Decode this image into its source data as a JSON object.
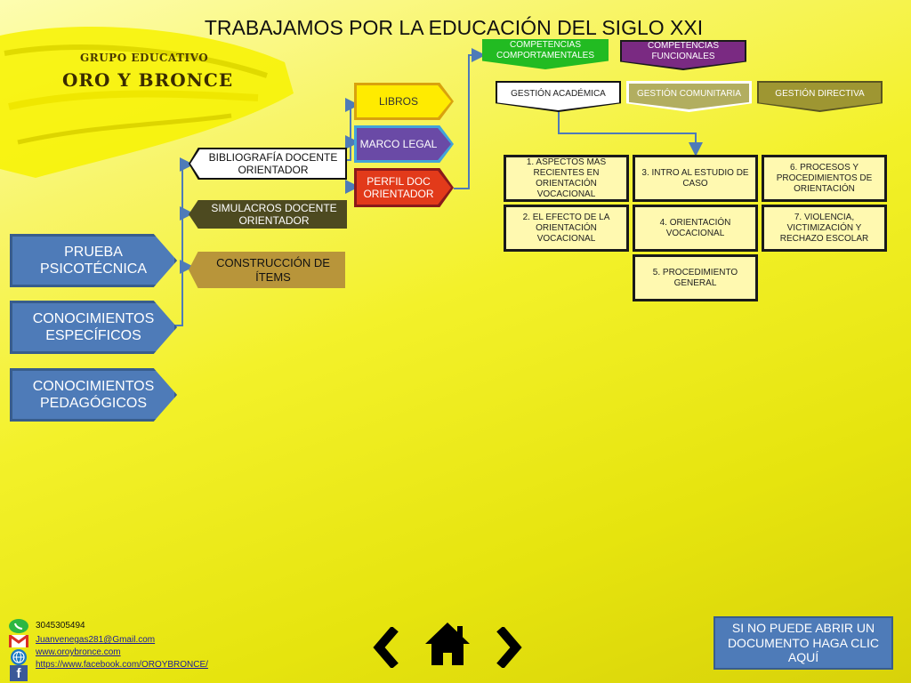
{
  "title": "TRABAJAMOS POR LA EDUCACIÓN DEL SIGLO XXI",
  "logo": {
    "top": "GRUPO EDUCATIVO",
    "main": "ORO Y BRONCE"
  },
  "left_buttons": [
    {
      "label": "PRUEBA PSICOTÉCNICA"
    },
    {
      "label": "CONOCIMIENTOS ESPECÍFICOS"
    },
    {
      "label": "CONOCIMIENTOS PEDAGÓGICOS"
    }
  ],
  "middle": [
    {
      "label": "BIBLIOGRAFÍA DOCENTE ORIENTADOR"
    },
    {
      "label": "SIMULACROS DOCENTE ORIENTADOR"
    },
    {
      "label": "CONSTRUCCIÓN DE ÍTEMS"
    }
  ],
  "right_arrows": [
    {
      "label": "LIBROS"
    },
    {
      "label": "MARCO LEGAL"
    },
    {
      "label": "PERFIL DOC ORIENTADOR"
    }
  ],
  "competencias": [
    {
      "label": "COMPETENCIAS COMPORTAMENTALES"
    },
    {
      "label": "COMPETENCIAS FUNCIONALES"
    }
  ],
  "gestion": [
    {
      "label": "GESTIÓN ACADÉMICA"
    },
    {
      "label": "GESTIÓN COMUNITARIA"
    },
    {
      "label": "GESTIÓN DIRECTIVA"
    }
  ],
  "modules": [
    {
      "label": "1. ASPECTOS MÁS RECIENTES EN ORIENTACIÓN VOCACIONAL"
    },
    {
      "label": "3. INTRO AL ESTUDIO DE CASO"
    },
    {
      "label": "6. PROCESOS Y PROCEDIMIENTOS DE ORIENTACIÓN"
    },
    {
      "label": "2. EL EFECTO DE LA ORIENTACIÓN VOCACIONAL"
    },
    {
      "label": "4. ORIENTACIÓN VOCACIONAL"
    },
    {
      "label": "7. VIOLENCIA, VICTIMIZACIÓN Y RECHAZO ESCOLAR"
    },
    {
      "label": "5. PROCEDIMIENTO GENERAL"
    }
  ],
  "contact": {
    "phone": "3045305494",
    "email": "Juanvenegas281@Gmail.com",
    "web": "www.oroybronce.com",
    "facebook": "https://www.facebook.com/OROYBRONCE/"
  },
  "help_button": "SI NO PUEDE ABRIR UN DOCUMENTO HAGA CLIC AQUÍ",
  "colors": {
    "accent_blue": "#4e7bb8",
    "green": "#22bb22",
    "purple": "#7a2a82",
    "red": "#e23a1a",
    "olive": "#4d4a20",
    "gold": "#b8953a"
  }
}
